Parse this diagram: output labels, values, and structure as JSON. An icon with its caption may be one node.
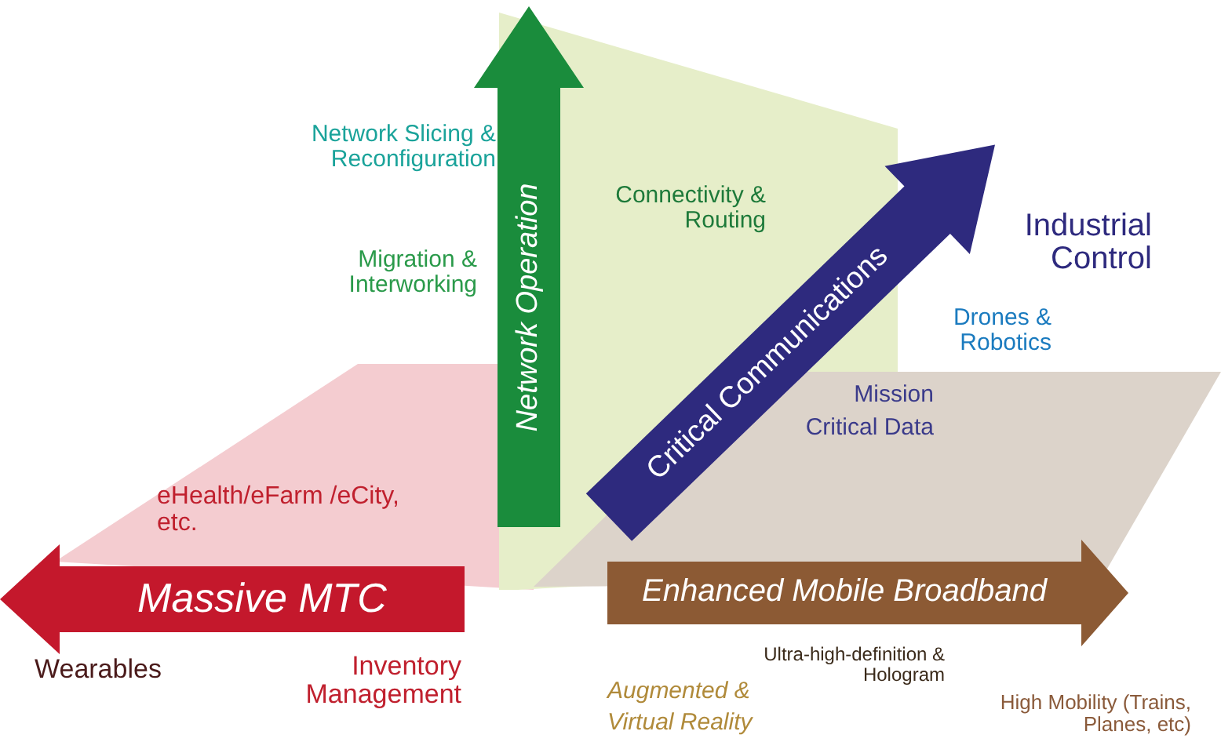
{
  "diagram": {
    "nodes": [
      {
        "text": [
          "Network Operation"
        ]
      },
      {
        "text": [
          "Critical Communications"
        ]
      },
      {
        "text": [
          "Massive MTC"
        ]
      },
      {
        "text": [
          "Enhanced Mobile Broadband"
        ]
      }
    ],
    "labels": [
      "Network Slicing & Reconfiguration",
      "Connectivity & Routing",
      "Industrial Control",
      "Migration & Interworking",
      "Drones & Robotics",
      "Mission Critical Data",
      "eHealth/eFarm /eCity, etc.",
      "Wearables",
      "Inventory Management",
      "Ultra-high-definition & Hologram",
      "Augmented & Virtual Reality",
      "High Mobility (Trains, Planes, etc)"
    ]
  }
}
